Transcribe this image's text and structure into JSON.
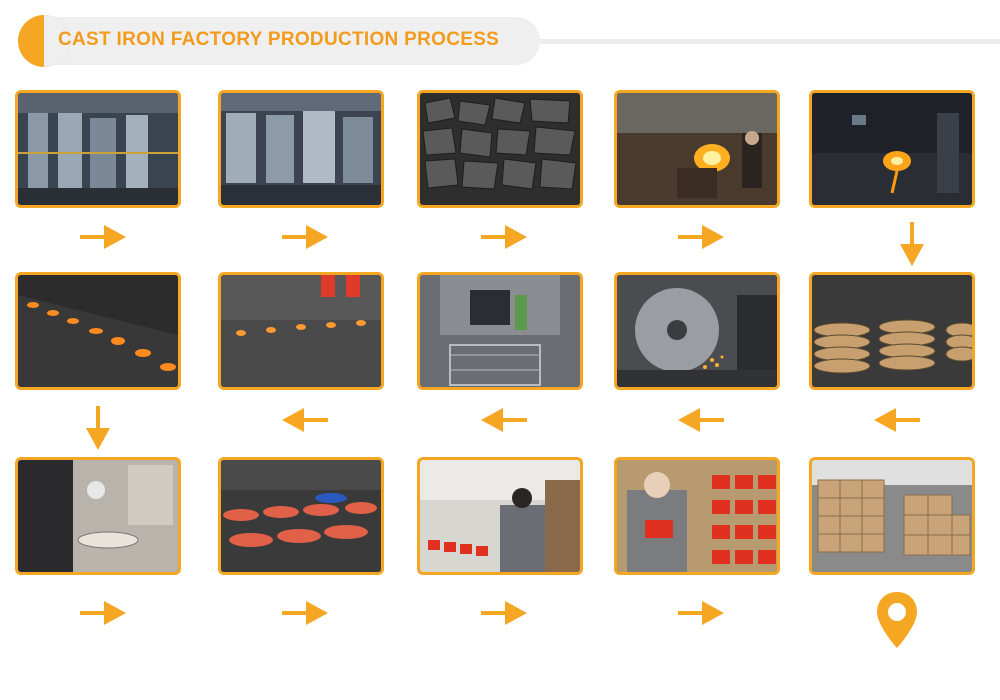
{
  "header": {
    "title": "CAST IRON FACTORY PRODUCTION PROCESS"
  },
  "colors": {
    "accent": "#f5a623",
    "header_bg": "#efefef"
  },
  "steps": [
    {
      "name": "factory-overview"
    },
    {
      "name": "sand-molding-line"
    },
    {
      "name": "raw-iron-material"
    },
    {
      "name": "furnace-melting"
    },
    {
      "name": "molten-iron-pouring"
    },
    {
      "name": "casting-in-molds"
    },
    {
      "name": "mold-cooling-line"
    },
    {
      "name": "shot-blasting"
    },
    {
      "name": "grinding"
    },
    {
      "name": "stacked-cast-iron-pots"
    },
    {
      "name": "enamel-spraying"
    },
    {
      "name": "enamel-coated-lids"
    },
    {
      "name": "packing-workers"
    },
    {
      "name": "quality-inspection"
    },
    {
      "name": "boxed-products-warehouse"
    }
  ],
  "icons": {
    "arrow": "arrow-icon",
    "final": "location-pin-icon"
  }
}
